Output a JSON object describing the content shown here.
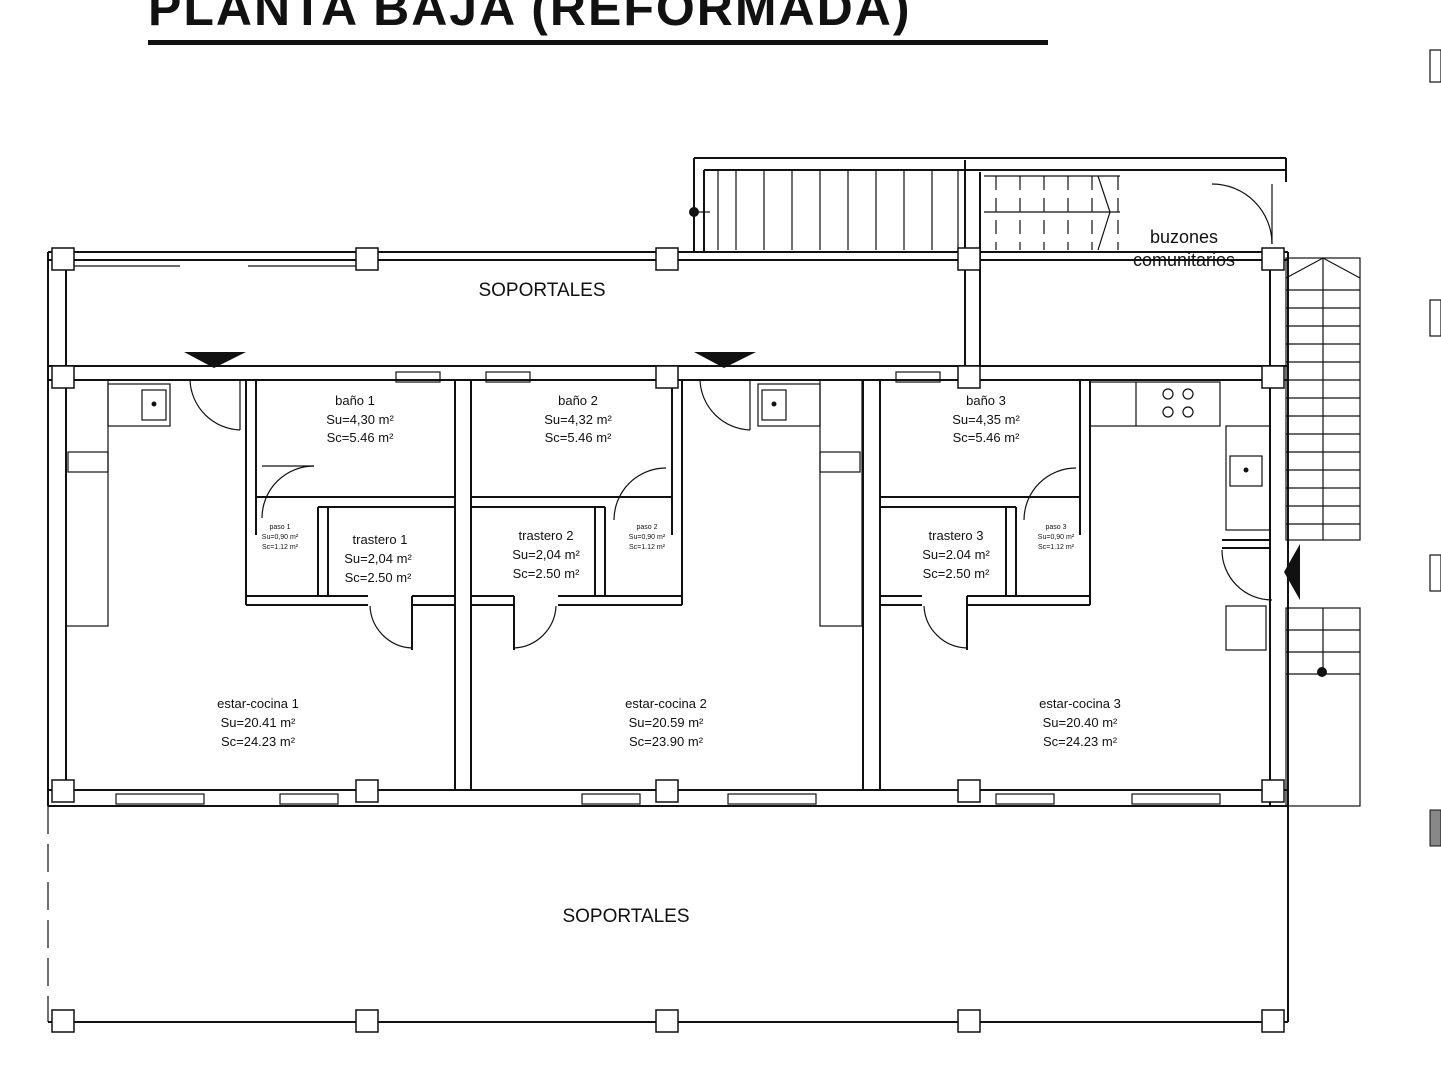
{
  "title": "PLANTA BAJA (REFORMADA)",
  "labels": {
    "soportales_top": "SOPORTALES",
    "soportales_bottom": "SOPORTALES",
    "buzones_1": "buzones",
    "buzones_2": "comunitarios"
  },
  "rooms": [
    {
      "name": "baño 1",
      "su": "Su=4,30 m²",
      "sc": "Sc=5.46 m²"
    },
    {
      "name": "baño 2",
      "su": "Su=4,32 m²",
      "sc": "Sc=5.46 m²"
    },
    {
      "name": "baño 3",
      "su": "Su=4,35 m²",
      "sc": "Sc=5.46 m²"
    },
    {
      "name": "trastero 1",
      "su": "Su=2,04 m²",
      "sc": "Sc=2.50 m²"
    },
    {
      "name": "trastero 2",
      "su": "Su=2,04 m²",
      "sc": "Sc=2.50 m²"
    },
    {
      "name": "trastero 3",
      "su": "Su=2.04 m²",
      "sc": "Sc=2.50 m²"
    },
    {
      "name": "estar-cocina 1",
      "su": "Su=20.41 m²",
      "sc": "Sc=24.23 m²"
    },
    {
      "name": "estar-cocina 2",
      "su": "Su=20.59 m²",
      "sc": "Sc=23.90 m²"
    },
    {
      "name": "estar-cocina 3",
      "su": "Su=20.40 m²",
      "sc": "Sc=24.23 m²"
    },
    {
      "name": "paso 1",
      "su": "Su=0,90 m²",
      "sc": "Sc=1.12 m²"
    },
    {
      "name": "paso 2",
      "su": "Su=0,90 m²",
      "sc": "Sc=1.12 m²"
    },
    {
      "name": "paso 3",
      "su": "Su=0,90 m²",
      "sc": "Sc=1.12 m²"
    }
  ]
}
